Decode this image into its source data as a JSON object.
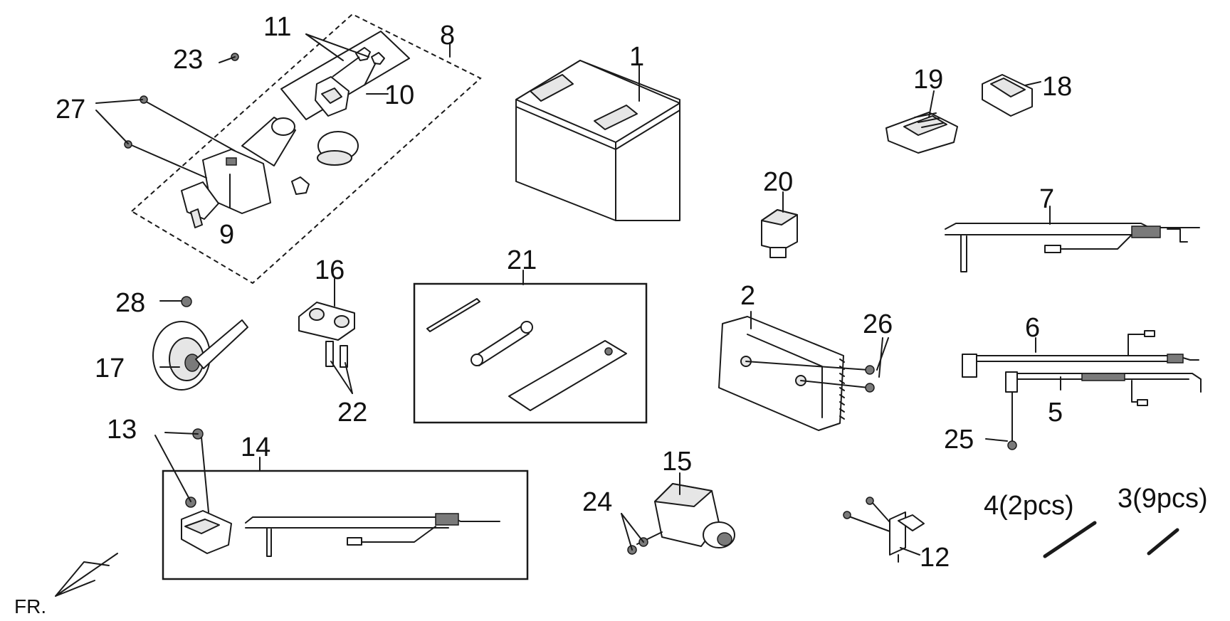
{
  "callouts": {
    "c1": "1",
    "c2": "2",
    "c3": "3(9pcs)",
    "c4": "4(2pcs)",
    "c5": "5",
    "c6": "6",
    "c7": "7",
    "c8": "8",
    "c9": "9",
    "c10": "10",
    "c11": "11",
    "c12": "12",
    "c13": "13",
    "c14": "14",
    "c15": "15",
    "c16": "16",
    "c17": "17",
    "c18": "18",
    "c19": "19",
    "c20": "20",
    "c21": "21",
    "c22": "22",
    "c23": "23",
    "c24": "24",
    "c25": "25",
    "c26": "26",
    "c27": "27",
    "c28": "28"
  },
  "direction_marker": "FR."
}
